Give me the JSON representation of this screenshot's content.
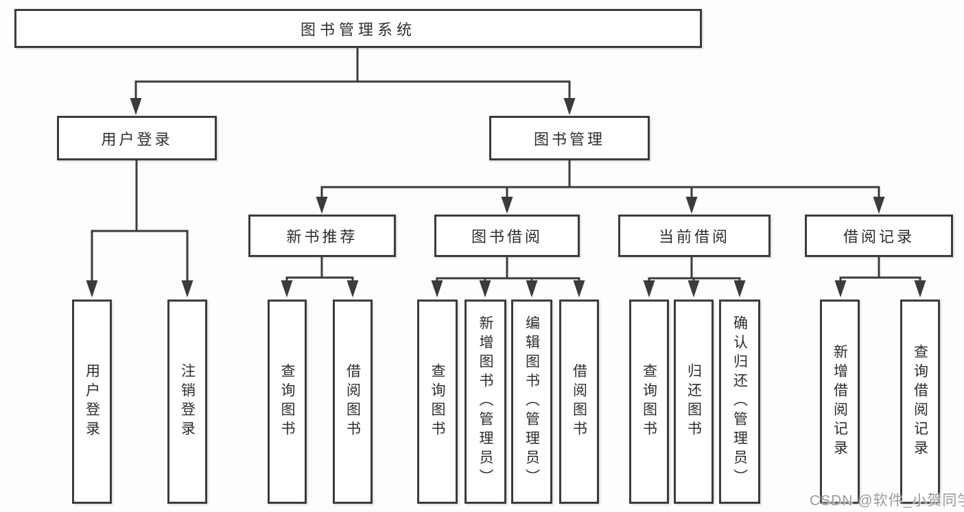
{
  "tree": {
    "root": {
      "label": "图书管理系统"
    },
    "branches": [
      {
        "label": "用户登录",
        "children": [
          {
            "label": "用户登录"
          },
          {
            "label": "注销登录"
          }
        ]
      },
      {
        "label": "图书管理",
        "children": [
          {
            "label": "新书推荐",
            "children": [
              {
                "label": "查询图书"
              },
              {
                "label": "借阅图书"
              }
            ]
          },
          {
            "label": "图书借阅",
            "children": [
              {
                "label": "查询图书"
              },
              {
                "label": "新增图书（管理员）"
              },
              {
                "label": "编辑图书（管理员）"
              },
              {
                "label": "借阅图书"
              }
            ]
          },
          {
            "label": "当前借阅",
            "children": [
              {
                "label": "查询图书"
              },
              {
                "label": "归还图书"
              },
              {
                "label": "确认归还（管理员）"
              }
            ]
          },
          {
            "label": "借阅记录",
            "children": [
              {
                "label": "新增借阅记录"
              },
              {
                "label": "查询借阅记录"
              }
            ]
          }
        ]
      }
    ]
  },
  "watermark": "CSDN @软件_小贺同学",
  "colors": {
    "line": "#3b3b3b",
    "text": "#2d2d2d",
    "box_fill": "#ffffff",
    "watermark": "#9a9a9a",
    "background": "#fdfdfd"
  }
}
